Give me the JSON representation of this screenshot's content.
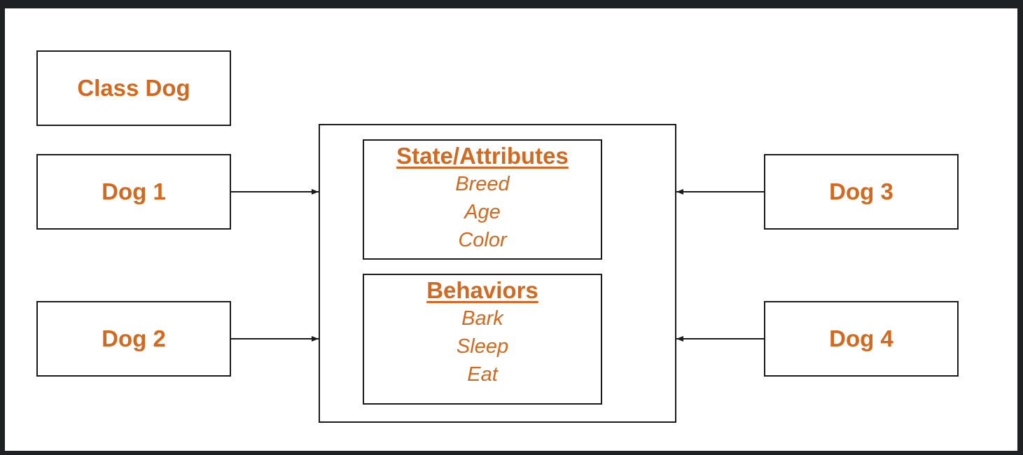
{
  "class_box": {
    "label": "Class Dog"
  },
  "dogs": [
    {
      "label": "Dog 1"
    },
    {
      "label": "Dog 2"
    },
    {
      "label": "Dog 3"
    },
    {
      "label": "Dog 4"
    }
  ],
  "state": {
    "heading": "State/Attributes",
    "items": [
      "Breed",
      "Age",
      "Color"
    ]
  },
  "behaviors": {
    "heading": "Behaviors",
    "items": [
      "Bark",
      "Sleep",
      "Eat"
    ]
  },
  "colors": {
    "text": "#d2691e",
    "border": "#1a1a1a",
    "frame": "#1e2124"
  }
}
